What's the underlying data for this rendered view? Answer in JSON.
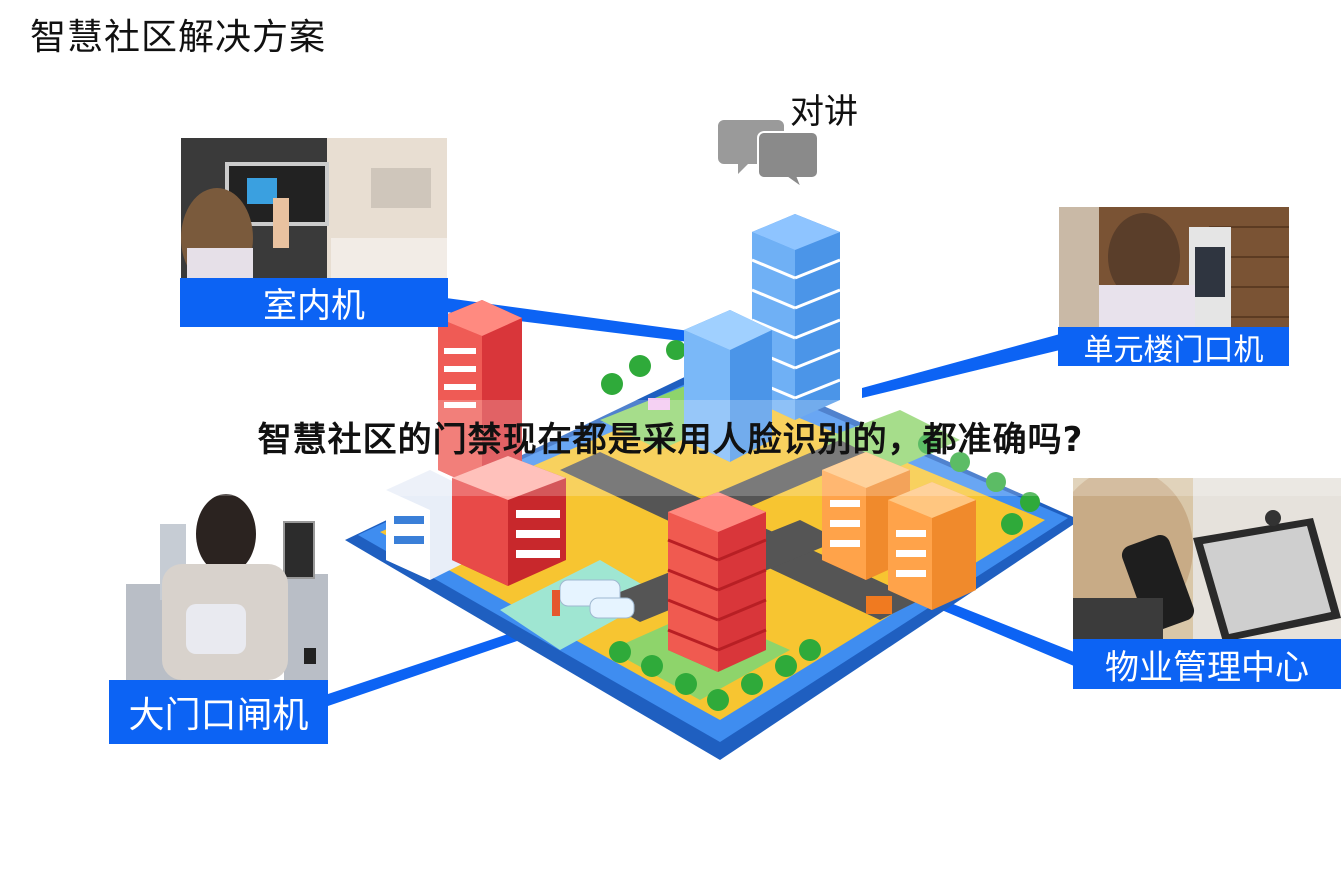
{
  "title": "智慧社区解决方案",
  "headline": "智慧社区的门禁现在都是采用人脸识别的，都准确吗?",
  "intercom": {
    "label": "对讲",
    "icon": "chat-bubbles-icon"
  },
  "devices": [
    {
      "id": "indoor",
      "label": "室内机"
    },
    {
      "id": "unit-door",
      "label": "单元楼门口机"
    },
    {
      "id": "gate",
      "label": "大门口闸机"
    },
    {
      "id": "property",
      "label": "物业管理中心"
    }
  ],
  "colors": {
    "label_bg": "#0c63f4",
    "connector": "#0c63f4",
    "platform_blue": "#2f7fe0",
    "road": "#555555",
    "yellow": "#f7c531",
    "grass": "#8ed46b"
  }
}
